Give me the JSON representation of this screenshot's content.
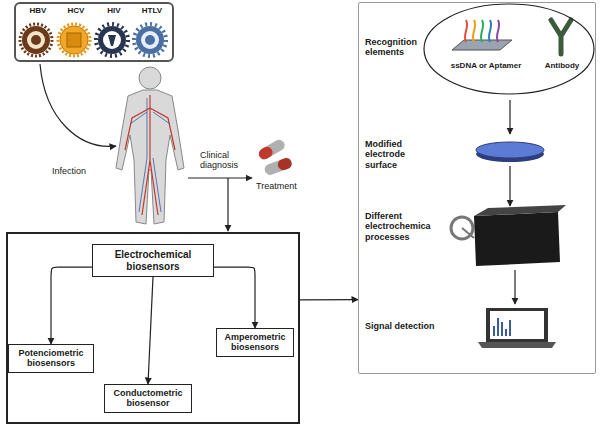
{
  "diagram": {
    "nodes": [
      {
        "text": [
          "HBV",
          "HCV",
          "HIV",
          "HTLV"
        ]
      },
      {
        "text": []
      },
      {
        "text": [
          "Electrochemical biosensors"
        ],
        "in": 1
      },
      {
        "text": [
          "Potenciometric biosensors"
        ],
        "in": 1
      },
      {
        "text": [
          "Conductometric biosensor"
        ],
        "in": 1
      },
      {
        "text": [
          "Amperometric biosensors"
        ],
        "in": 1
      },
      {
        "text": [
          "Recognition elements",
          "Modified electrode surface",
          "Different electrochemica processes",
          "Signal detection"
        ]
      },
      {
        "text": [
          "ssDNA or Aptamer",
          "Antibody"
        ],
        "in": 6
      }
    ],
    "edges": [
      {
        "from": 2,
        "to": 3,
        "arrow": "to"
      },
      {
        "from": 2,
        "to": 4,
        "arrow": "to"
      },
      {
        "from": 2,
        "to": 5,
        "arrow": "to"
      },
      {
        "from": 1,
        "to": 6,
        "arrow": "to"
      }
    ],
    "labels": [
      "Infection",
      "Clinical diagnosis",
      "Treatment"
    ]
  }
}
